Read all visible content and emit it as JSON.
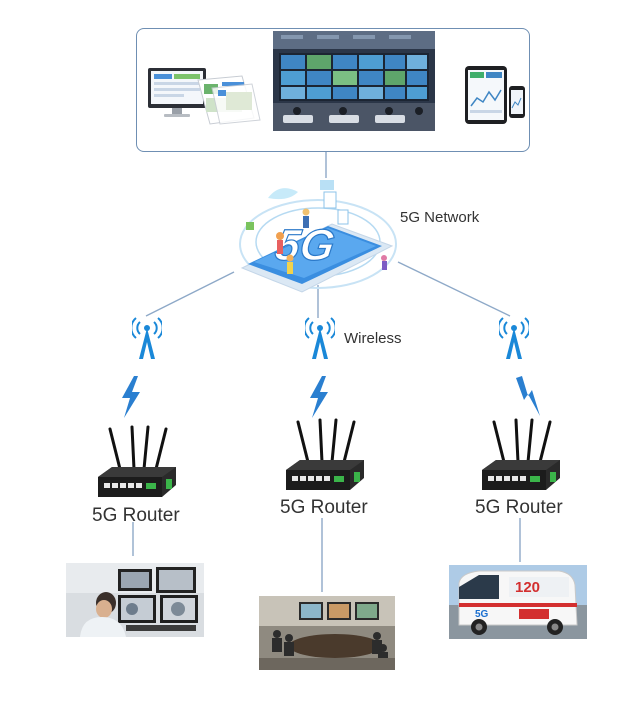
{
  "labels": {
    "network": "5G Network",
    "wireless": "Wireless",
    "router_left": "5G Router",
    "router_center": "5G Router",
    "router_right": "5G Router"
  },
  "phone_text": "5G",
  "ambulance_text": "120",
  "colors": {
    "connector_line": "#8ea9c8",
    "box_border": "#6f8fb3",
    "tower": "#1a88d8",
    "bolt": "#2a7fd0",
    "router_body": "#1c1c1c",
    "router_ports": "#e8e8e8",
    "router_green": "#3bb54a"
  }
}
